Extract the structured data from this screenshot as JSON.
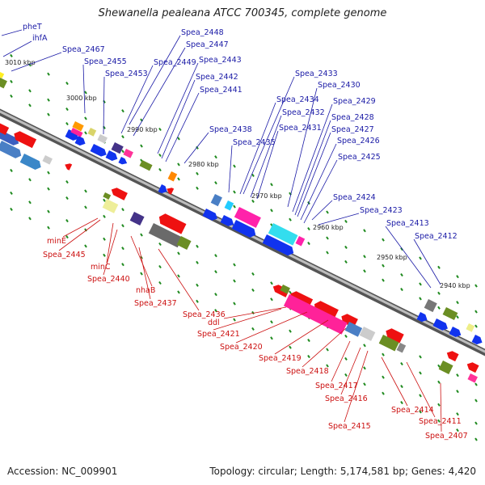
{
  "title": "Shewanella pealeana ATCC 700345, complete genome",
  "footer": {
    "accession_label": "Accession: ",
    "accession": "NC_009901",
    "topology_label": "Topology: ",
    "topology": "circular",
    "length_label": "; Length: ",
    "length": "5,174,581 bp",
    "genes_label": "; Genes: ",
    "genes": "4,420"
  },
  "colors": {
    "forward_gene": "#1133ee",
    "reverse_gene": "#ee1111",
    "forward_label": "#1a1aa6",
    "reverse_label": "#cc1111",
    "backbone": "#7a7a7a",
    "tick": "#1f8a1f"
  },
  "scale_labels": [
    "3010 kbp",
    "3000 kbp",
    "2990 kbp",
    "2980 kbp",
    "2970 kbp",
    "2960 kbp",
    "2950 kbp",
    "2940 kbp"
  ],
  "forward_genes": [
    "pheT",
    "ihfA",
    "Spea_2467",
    "Spea_2455",
    "Spea_2453",
    "Spea_2448",
    "Spea_2447",
    "Spea_2449",
    "Spea_2443",
    "Spea_2442",
    "Spea_2441",
    "Spea_2438",
    "Spea_2435",
    "Spea_2434",
    "Spea_2433",
    "Spea_2432",
    "Spea_2431",
    "Spea_2430",
    "Spea_2429",
    "Spea_2428",
    "Spea_2427",
    "Spea_2426",
    "Spea_2425",
    "Spea_2424",
    "Spea_2423",
    "Spea_2413",
    "Spea_2412"
  ],
  "reverse_genes": [
    "minE",
    "Spea_2445",
    "minC",
    "Spea_2440",
    "nhaB",
    "Spea_2437",
    "Spea_2436",
    "ddl",
    "Spea_2421",
    "Spea_2420",
    "Spea_2419",
    "Spea_2418",
    "Spea_2417",
    "Spea_2416",
    "Spea_2415",
    "Spea_2414",
    "Spea_2411",
    "Spea_2407"
  ]
}
